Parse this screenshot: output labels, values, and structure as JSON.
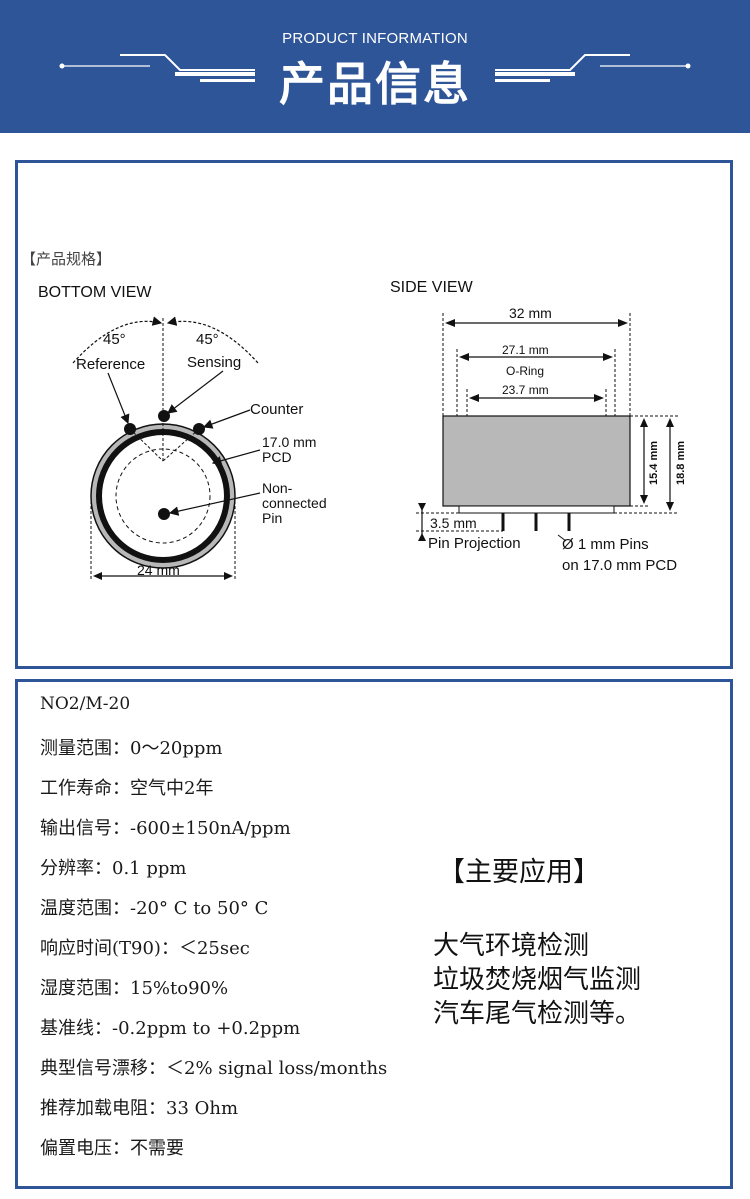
{
  "banner": {
    "subtitle": "PRODUCT INFORMATION",
    "title": "产品信息"
  },
  "diagram": {
    "section_tag": "【产品规格】",
    "bottom_view": {
      "title": "BOTTOM VIEW",
      "angle_left": "45°",
      "angle_right": "45°",
      "reference": "Reference",
      "sensing": "Sensing",
      "counter": "Counter",
      "pcd_value": "17.0 mm",
      "pcd_label": "PCD",
      "nc_line1": "Non-",
      "nc_line2": "connected",
      "nc_line3": "Pin",
      "diameter": "24 mm"
    },
    "side_view": {
      "title": "SIDE VIEW",
      "width": "32 mm",
      "oring_outer": "27.1 mm",
      "oring_label": "O-Ring",
      "oring_inner": "23.7 mm",
      "height_inner": "15.4 mm",
      "height_outer": "18.8 mm",
      "pin_projection_value": "3.5 mm",
      "pin_projection_label": "Pin Projection",
      "pins_line1": "Ø 1 mm Pins",
      "pins_line2": "on 17.0 mm PCD"
    }
  },
  "specs": [
    "NO2/M-20",
    "测量范围：0～20ppm",
    "工作寿命：空气中2年",
    "输出信号：-600±150nA/ppm",
    "分辨率：0.1 ppm",
    "温度范围：-20° C to 50° C",
    "响应时间(T90)：＜25sec",
    "湿度范围：15%to90%",
    "基准线：-0.2ppm to +0.2ppm",
    "典型信号漂移：＜2% signal loss/months",
    "推荐加载电阻：33 Ohm",
    "偏置电压：不需要"
  ],
  "applications": {
    "title": "【主要应用】",
    "items": [
      "大气环境检测",
      "垃圾焚烧烟气监测",
      "汽车尾气检测等。"
    ]
  },
  "colors": {
    "banner": "#2e5597",
    "border": "#2e5597",
    "sensor_body": "#b8b8b8"
  }
}
